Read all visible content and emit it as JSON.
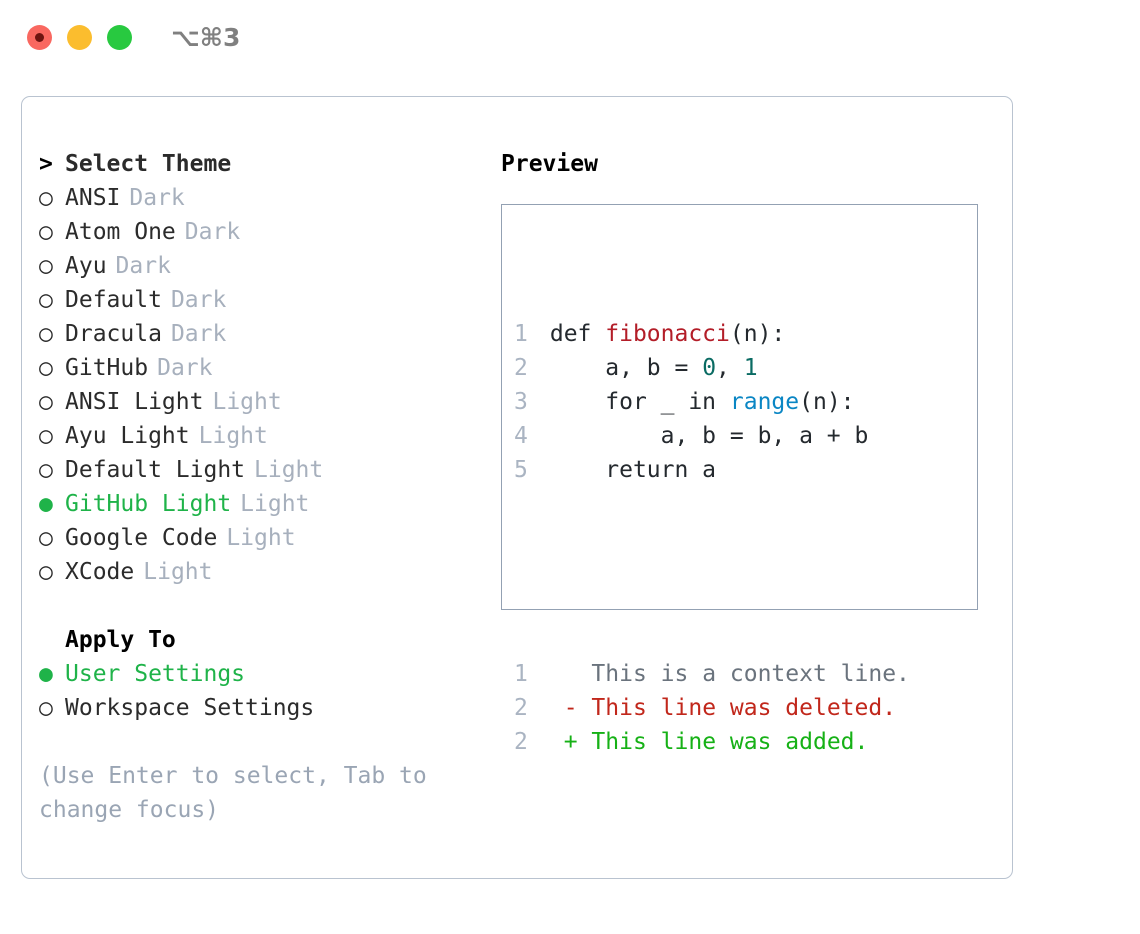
{
  "window": {
    "shortcut_label": "⌥⌘3",
    "traffic_lights": [
      {
        "name": "close",
        "color": "#f96860"
      },
      {
        "name": "minimize",
        "color": "#fbbd2e"
      },
      {
        "name": "maximize",
        "color": "#28c940"
      }
    ]
  },
  "theme_list": {
    "header": {
      "marker": ">",
      "label": "Select Theme"
    },
    "items": [
      {
        "marker": "○",
        "label": "ANSI",
        "tag": "Dark",
        "selected": false
      },
      {
        "marker": "○",
        "label": "Atom One",
        "tag": "Dark",
        "selected": false
      },
      {
        "marker": "○",
        "label": "Ayu",
        "tag": "Dark",
        "selected": false
      },
      {
        "marker": "○",
        "label": "Default",
        "tag": "Dark",
        "selected": false
      },
      {
        "marker": "○",
        "label": "Dracula",
        "tag": "Dark",
        "selected": false
      },
      {
        "marker": "○",
        "label": "GitHub",
        "tag": "Dark",
        "selected": false
      },
      {
        "marker": "○",
        "label": "ANSI Light",
        "tag": "Light",
        "selected": false
      },
      {
        "marker": "○",
        "label": "Ayu Light",
        "tag": "Light",
        "selected": false
      },
      {
        "marker": "○",
        "label": "Default Light",
        "tag": "Light",
        "selected": false
      },
      {
        "marker": "●",
        "label": "GitHub Light",
        "tag": "Light",
        "selected": true
      },
      {
        "marker": "○",
        "label": "Google Code",
        "tag": "Light",
        "selected": false
      },
      {
        "marker": "○",
        "label": "XCode",
        "tag": "Light",
        "selected": false
      }
    ]
  },
  "apply_to": {
    "title": "Apply To",
    "items": [
      {
        "marker": "●",
        "label": "User Settings",
        "selected": true
      },
      {
        "marker": "○",
        "label": "Workspace Settings",
        "selected": false
      }
    ]
  },
  "hint": "(Use Enter to select, Tab to change focus)",
  "preview": {
    "title": "Preview",
    "code_lines": [
      {
        "num": "1",
        "tokens": [
          {
            "t": "def ",
            "c": "plain"
          },
          {
            "t": "fibonacci",
            "c": "fn"
          },
          {
            "t": "(n):",
            "c": "plain"
          }
        ]
      },
      {
        "num": "2",
        "tokens": [
          {
            "t": "    a, b = ",
            "c": "plain"
          },
          {
            "t": "0",
            "c": "num"
          },
          {
            "t": ", ",
            "c": "plain"
          },
          {
            "t": "1",
            "c": "num"
          }
        ]
      },
      {
        "num": "3",
        "tokens": [
          {
            "t": "    for _ in ",
            "c": "plain"
          },
          {
            "t": "range",
            "c": "builtin"
          },
          {
            "t": "(n):",
            "c": "plain"
          }
        ]
      },
      {
        "num": "4",
        "tokens": [
          {
            "t": "        a, b = b, a + b",
            "c": "plain"
          }
        ]
      },
      {
        "num": "5",
        "tokens": [
          {
            "t": "    return a",
            "c": "plain"
          }
        ]
      }
    ],
    "diff_lines": [
      {
        "num": "1",
        "sign": " ",
        "text": "This is a context line.",
        "kind": "ctx"
      },
      {
        "num": "2",
        "sign": "-",
        "text": "This line was deleted.",
        "kind": "del"
      },
      {
        "num": "2",
        "sign": "+",
        "text": "This line was added.",
        "kind": "add"
      }
    ]
  },
  "colors": {
    "accent_green": "#1fb349",
    "tag_gray": "#a7b0bd",
    "hint_gray": "#9aa5b4",
    "panel_border": "#b9c3d0",
    "preview_border": "#93a1b3",
    "gutter": "#aab4c2",
    "fn_red": "#b31d28",
    "num_teal": "#0a6b63",
    "builtin_blue": "#0a86c4",
    "diff_del": "#c1271b",
    "diff_add": "#16b116",
    "diff_ctx": "#6a737d"
  }
}
